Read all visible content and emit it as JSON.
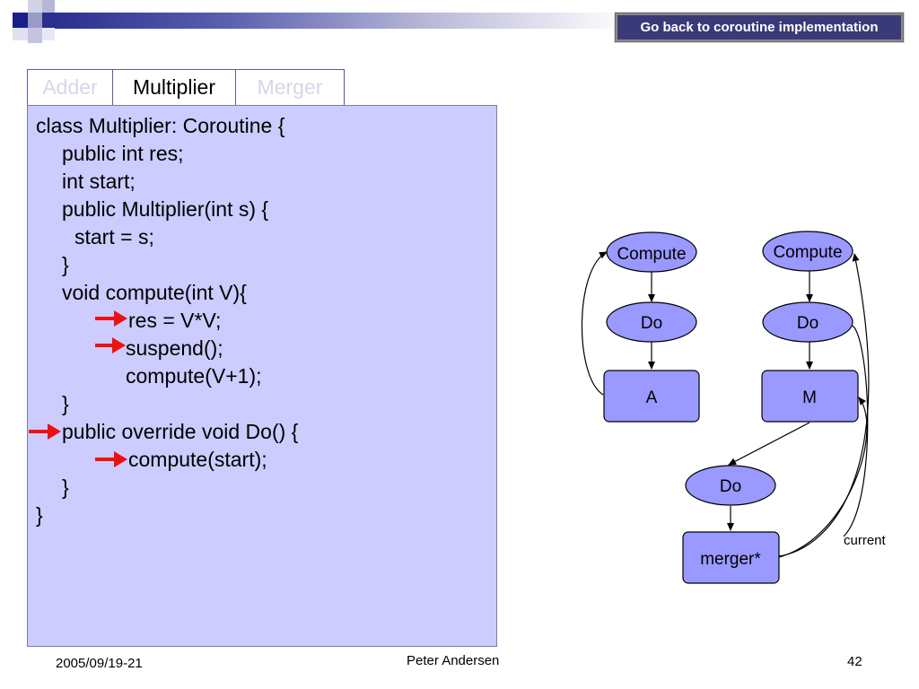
{
  "header": {
    "back_button_label": "Go back to coroutine implementation",
    "colors": {
      "band_dark": "#2a2f8f",
      "button_bg": "#3a3a78"
    }
  },
  "tabs": [
    {
      "label": "Adder",
      "active": false
    },
    {
      "label": "Multiplier",
      "active": true
    },
    {
      "label": "Merger",
      "active": false
    }
  ],
  "code": {
    "lines": [
      "class Multiplier: Coroutine {",
      "public int res;",
      "int start;",
      "public Multiplier(int s) {",
      "start = s;",
      "}",
      "void compute(int V){",
      "res = V*V;",
      "suspend();",
      "compute(V+1);",
      "}",
      "public override void Do() {",
      "compute(start);",
      "}",
      "}"
    ],
    "arrow_color": "#ee1111",
    "panel_color": "#ccccff"
  },
  "diagram": {
    "left_column": {
      "compute": "Compute",
      "do": "Do",
      "object": "A"
    },
    "right_column": {
      "compute": "Compute",
      "do": "Do",
      "object": "M"
    },
    "merger": {
      "do": "Do",
      "object": "merger*"
    },
    "current_label": "current",
    "node_fill": "#9999ff"
  },
  "footer": {
    "date": "2005/09/19-21",
    "author": "Peter Andersen",
    "page": "42"
  }
}
